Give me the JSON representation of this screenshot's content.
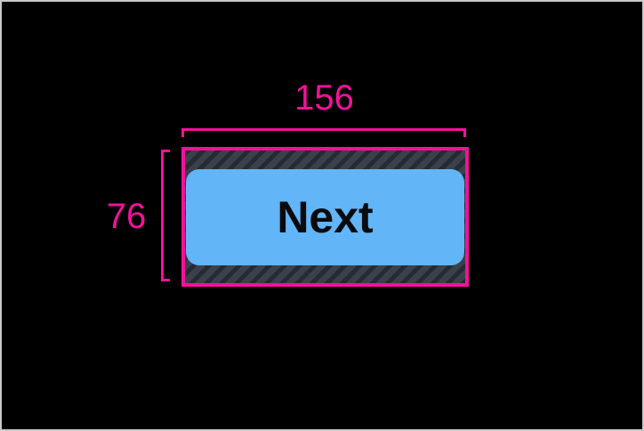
{
  "figure": {
    "background": "#000000",
    "frame_border_color": "#c9c9c9"
  },
  "measurements": {
    "annotation_color": "#f3119b",
    "width": {
      "label": "156"
    },
    "height": {
      "label": "76"
    }
  },
  "touch_target": {
    "hatch_base_color": "#3b414c",
    "hatch_stripe_color": "#262b33",
    "border_color": "#f3119b"
  },
  "button": {
    "label": "Next",
    "background": "#62b5f7",
    "text_color": "#0b0b0d"
  }
}
